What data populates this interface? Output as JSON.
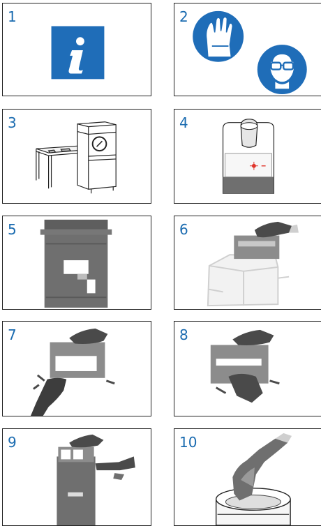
{
  "colors": {
    "accent": "#1a6bb0",
    "safety_blue": "#1f6db8",
    "ink": "#222222",
    "gray": "#6f6f6f",
    "light_gray": "#cfcfcf",
    "red": "#e0352b"
  },
  "panels": [
    {
      "number": "1",
      "icon": "info-icon"
    },
    {
      "number": "2",
      "icon": "gloves-and-goggles-icon"
    },
    {
      "number": "3",
      "icon": "dishwasher-on-table-icon"
    },
    {
      "number": "4",
      "icon": "machine-control-panel-icon"
    },
    {
      "number": "5",
      "icon": "container-icon"
    },
    {
      "number": "6",
      "icon": "unpack-box-icon"
    },
    {
      "number": "7",
      "icon": "remove-cartridge-icon"
    },
    {
      "number": "8",
      "icon": "insert-cartridge-icon"
    },
    {
      "number": "9",
      "icon": "attach-hose-icon"
    },
    {
      "number": "10",
      "icon": "canister-hand-icon"
    }
  ]
}
